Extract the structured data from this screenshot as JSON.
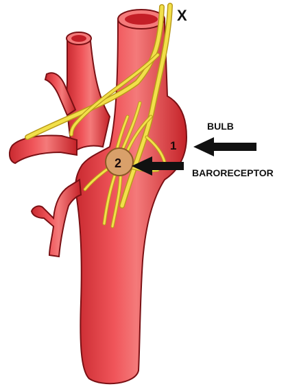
{
  "labels": {
    "nerve": "X",
    "bulb": "BULB",
    "baroreceptor": "BARORECEPTOR",
    "marker_1": "1",
    "marker_2": "2"
  },
  "colors": {
    "artery": "#e8393f",
    "artery_dark": "#b3191f",
    "artery_highlight": "#f47a7a",
    "artery_inner": "#c41e27",
    "nerve": "#f2e04a",
    "nerve_outline": "#b99a1a",
    "ganglion": "#d9a06a",
    "arrow": "#111111"
  }
}
